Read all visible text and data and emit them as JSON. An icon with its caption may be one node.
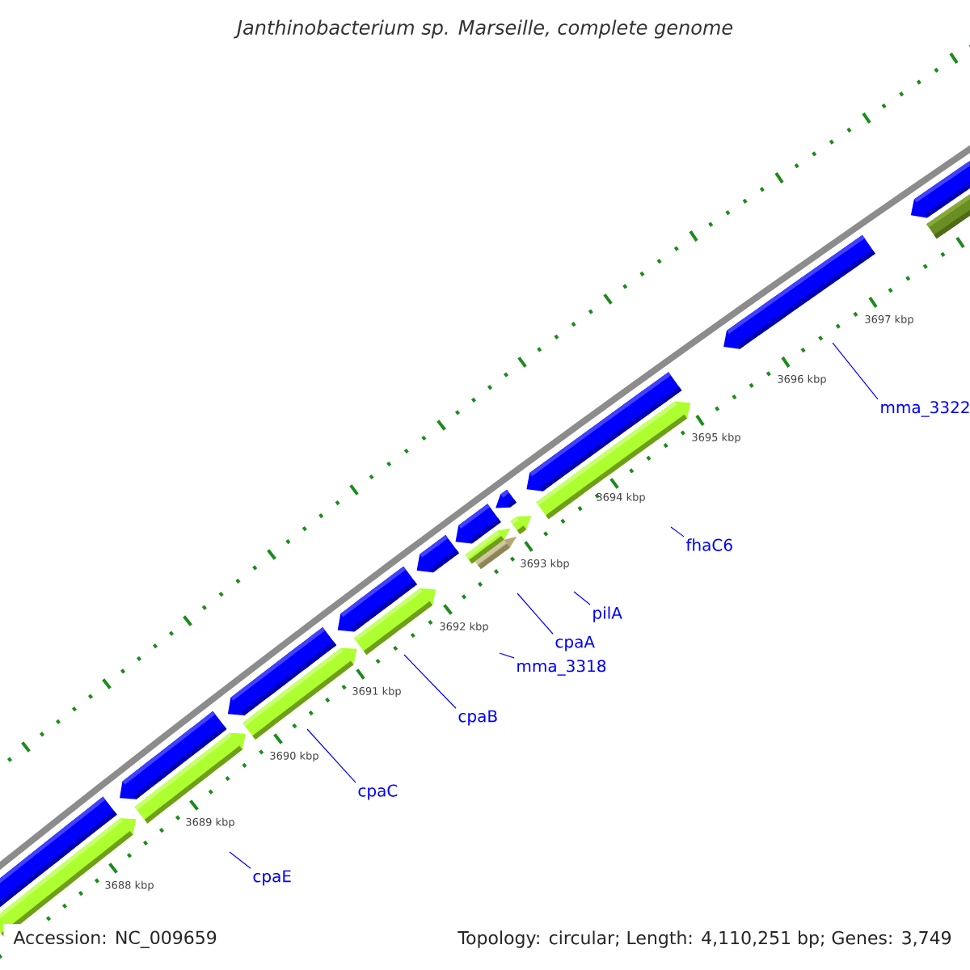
{
  "diagram": {
    "title": "Janthinobacterium sp. Marseille, complete genome",
    "nodes": [
      {
        "text": [
          "mma_3322"
        ]
      },
      {
        "text": [
          "fhaC6"
        ]
      },
      {
        "text": [
          "pilA"
        ]
      },
      {
        "text": [
          "cpaA"
        ]
      },
      {
        "text": [
          "mma_3318"
        ]
      },
      {
        "text": [
          "cpaB"
        ]
      },
      {
        "text": [
          "cpaC"
        ]
      },
      {
        "text": [
          "cpaE"
        ]
      }
    ],
    "edges": [
      {
        "from": 0,
        "to": null,
        "arrow": "none"
      },
      {
        "from": 1,
        "to": null,
        "arrow": "none"
      },
      {
        "from": 2,
        "to": null,
        "arrow": "none"
      },
      {
        "from": 3,
        "to": null,
        "arrow": "none"
      },
      {
        "from": 4,
        "to": null,
        "arrow": "none"
      },
      {
        "from": 5,
        "to": null,
        "arrow": "none"
      },
      {
        "from": 6,
        "to": null,
        "arrow": "none"
      },
      {
        "from": 7,
        "to": null,
        "arrow": "none"
      }
    ],
    "labels": [
      "3697 kbp",
      "3696 kbp",
      "3695 kbp",
      "3694 kbp",
      "3693 kbp",
      "3692 kbp",
      "3691 kbp",
      "3690 kbp",
      "3689 kbp",
      "3688 kbp",
      "Accession: NC_009659",
      "Topology: circular; Length: 4,110,251 bp; Genes: 3,749"
    ]
  }
}
